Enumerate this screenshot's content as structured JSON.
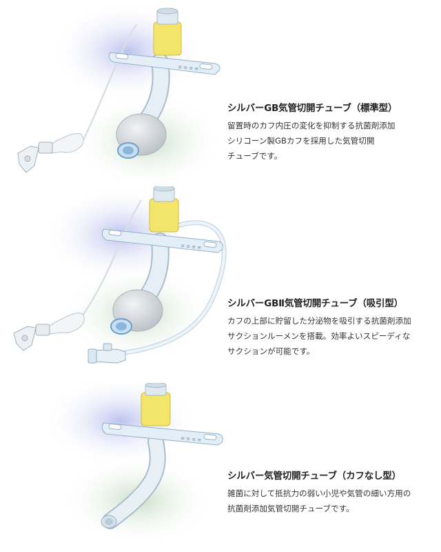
{
  "products": [
    {
      "title": "シルバーGB気管切開チューブ（標準型）",
      "lines": [
        "留置時のカフ内圧の変化を抑制する抗菌剤添加",
        "シリコーン製GBカフを採用した気管切開",
        "チューブです。"
      ]
    },
    {
      "title": "シルバーGBⅡ気管切開チューブ（吸引型）",
      "lines": [
        "カフの上部に貯留した分泌物を吸引する抗菌剤添加",
        "サクションルーメンを搭載。効率よいスピーディな",
        "サクションが可能です。"
      ]
    },
    {
      "title": "シルバー気管切開チューブ（カフなし型）",
      "lines": [
        "雑菌に対して抵抗力の弱い小児や気管の細い方用の",
        "抗菌剤添加気管切開チューブです。"
      ]
    }
  ],
  "colors": {
    "glow_blue": "#c7cdef",
    "glow_green": "#cfe3cd",
    "connector_yellow": "#f3e46a",
    "tube_body": "#e2edf4",
    "tube_outline": "#9cb8cc",
    "cuff_gray": "#c5cbd0",
    "accent_blue": "#7aaed6"
  }
}
